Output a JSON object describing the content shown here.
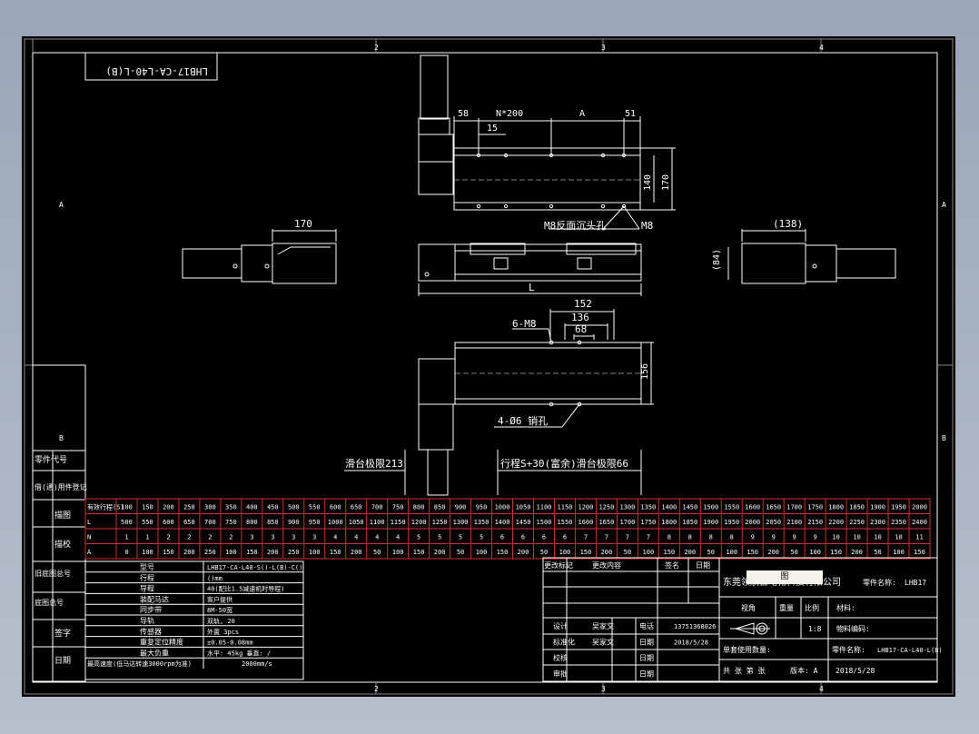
{
  "drawing_no_reversed": "LHB17-CA-L40-L(B)",
  "zone_cols": [
    "2",
    "3",
    "4"
  ],
  "zone_rows": [
    "A",
    "B"
  ],
  "dims": {
    "d58": "58",
    "n200": "N*200",
    "a": "A",
    "d51": "51",
    "d15": "15",
    "d140": "140",
    "d170v": "170",
    "m8_counterbore": "M8反面沉头孔",
    "m8": "M8",
    "d170": "170",
    "d138": "(138)",
    "d84": "(84)",
    "l": "L",
    "d152": "152",
    "d136": "136",
    "d68": "68",
    "m8_6": "6-M8",
    "d156": "156",
    "pin": "4-Ø6 销孔",
    "limit213": "滑台极限213",
    "stroke_note": "行程S+30(富余)滑台极限66"
  },
  "left_labels": [
    "零件代号",
    "借(通)用件登记",
    "描图",
    "描校",
    "旧底图总号",
    "底图总号",
    "签字",
    "日期"
  ],
  "stroke_table": {
    "rows": [
      {
        "label": "有效行程(S)",
        "values": [
          "100",
          "150",
          "200",
          "250",
          "300",
          "350",
          "400",
          "450",
          "500",
          "550",
          "600",
          "650",
          "700",
          "750",
          "800",
          "850",
          "900",
          "950",
          "1000",
          "1050",
          "1100",
          "1150",
          "1200",
          "1250",
          "1300",
          "1350",
          "1400",
          "1450",
          "1500",
          "1550",
          "1600",
          "1650",
          "1700",
          "1750",
          "1800",
          "1850",
          "1900",
          "1950",
          "2000"
        ]
      },
      {
        "label": "L",
        "values": [
          "500",
          "550",
          "600",
          "650",
          "700",
          "750",
          "800",
          "850",
          "900",
          "950",
          "1000",
          "1050",
          "1100",
          "1150",
          "1200",
          "1250",
          "1300",
          "1350",
          "1400",
          "1450",
          "1500",
          "1550",
          "1600",
          "1650",
          "1700",
          "1750",
          "1800",
          "1850",
          "1900",
          "1950",
          "2000",
          "2050",
          "2100",
          "2150",
          "2200",
          "2250",
          "2300",
          "2350",
          "2400"
        ]
      },
      {
        "label": "N",
        "values": [
          "1",
          "1",
          "2",
          "2",
          "2",
          "2",
          "3",
          "3",
          "3",
          "3",
          "4",
          "4",
          "4",
          "4",
          "5",
          "5",
          "5",
          "5",
          "6",
          "6",
          "6",
          "6",
          "7",
          "7",
          "7",
          "7",
          "8",
          "8",
          "8",
          "8",
          "9",
          "9",
          "9",
          "9",
          "10",
          "10",
          "10",
          "10",
          "11"
        ]
      },
      {
        "label": "A",
        "values": [
          "0",
          "100",
          "150",
          "200",
          "250",
          "100",
          "150",
          "200",
          "250",
          "100",
          "150",
          "200",
          "50",
          "100",
          "150",
          "200",
          "50",
          "100",
          "150",
          "200",
          "50",
          "100",
          "150",
          "200",
          "50",
          "100",
          "150",
          "200",
          "50",
          "100",
          "150",
          "200",
          "50",
          "100",
          "150",
          "200",
          "50",
          "100",
          "150"
        ]
      }
    ]
  },
  "spec_table": [
    {
      "k": "型号",
      "v": "LHB17-CA-L40-S()-L(B)-C()"
    },
    {
      "k": "行程",
      "v": "()mm"
    },
    {
      "k": "导程",
      "v": "40(配比1.5减速机时导程)"
    },
    {
      "k": "装配马达",
      "v": "客户提供"
    },
    {
      "k": "同步带",
      "v": "8M-50宽"
    },
    {
      "k": "导轨",
      "v": "双轨, 20"
    },
    {
      "k": "传感器",
      "v": "外置 3pcs"
    },
    {
      "k": "重复定位精度",
      "v": "±0.05-0.08mm"
    },
    {
      "k": "最大负重",
      "v": "水平: 45kg   垂直: /"
    },
    {
      "k": "最高速度(低马达转速3000rpm为准)",
      "v": "2000mm/s"
    }
  ],
  "rev_header": {
    "mark": "更改标记",
    "content": "更改内容",
    "sign": "签名",
    "date": "日期"
  },
  "sign_rows": [
    {
      "role": "设计",
      "name": "吴家文",
      "k": "电话",
      "v": "13751368026"
    },
    {
      "role": "标准化",
      "name": "吴家文",
      "k": "日期",
      "v": "2018/5/28"
    },
    {
      "role": "校核",
      "name": "",
      "k": "日期",
      "v": ""
    },
    {
      "role": "审批",
      "name": "",
      "k": "日期",
      "v": ""
    }
  ],
  "title_block": {
    "stamp": "图",
    "company": "东莞领航自动化科技有限公司",
    "part_name_label": "零件名称:",
    "part_name": "LHB17",
    "view_label": "视角",
    "weight_label": "重量",
    "scale_label": "比例",
    "scale": "1:8",
    "material_label": "材料:",
    "material_no": "物料编码:",
    "unit_label": "单套使用数量:",
    "part_no_label": "零件名称:",
    "part_no": "LHB17-CA-L40-L(B)",
    "sheets": "共 张 第 张",
    "version": "版本: A",
    "date": "2018/5/28"
  }
}
